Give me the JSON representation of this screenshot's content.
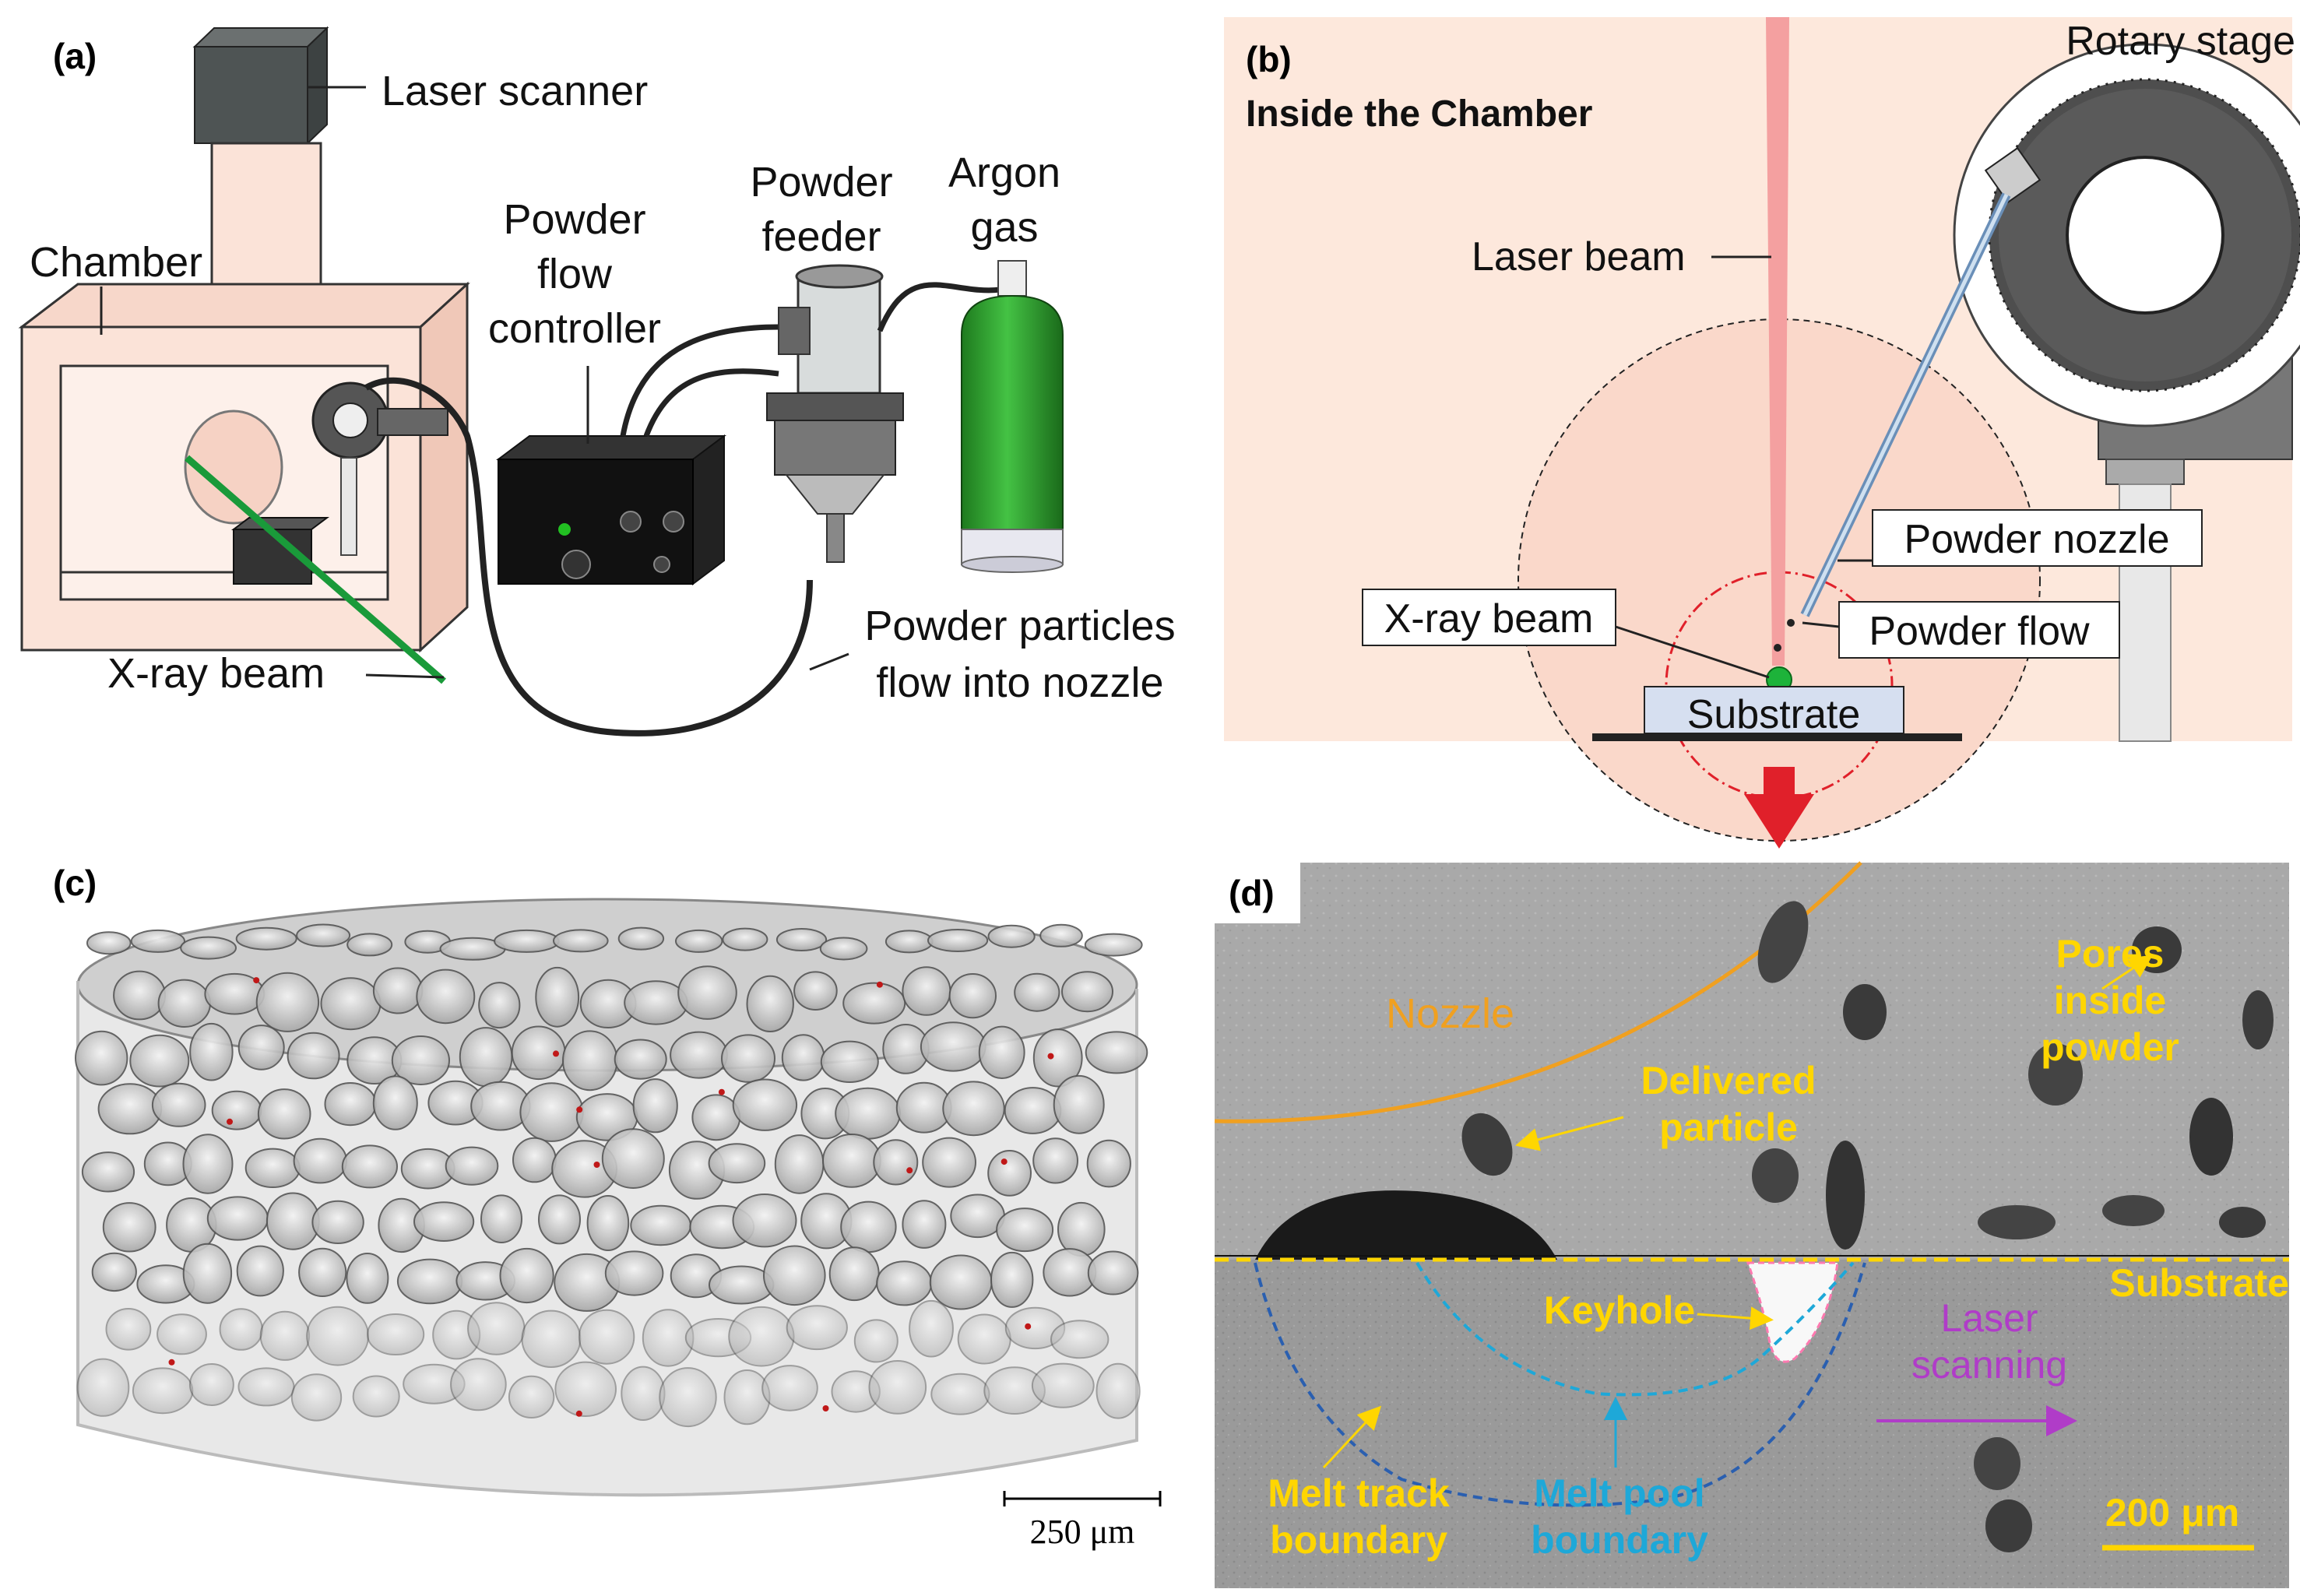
{
  "panel_a": {
    "letter": "(a)",
    "labels": {
      "laser_scanner": "Laser scanner",
      "chamber": "Chamber",
      "powder_flow_controller": [
        "Powder",
        "flow",
        "controller"
      ],
      "powder_feeder": [
        "Powder",
        "feeder"
      ],
      "argon_gas": [
        "Argon",
        "gas"
      ],
      "xray_beam": "X-ray beam",
      "powder_particles": [
        "Powder particles",
        "flow into nozzle"
      ]
    }
  },
  "panel_b": {
    "letter": "(b)",
    "title": "Inside the Chamber",
    "labels": {
      "rotary_stage": "Rotary stage",
      "laser_beam": "Laser beam",
      "powder_nozzle": "Powder nozzle",
      "xray_beam": "X-ray beam",
      "powder_flow": "Powder flow",
      "substrate": "Substrate"
    }
  },
  "panel_c": {
    "letter": "(c)",
    "scale_bar": "250 μm"
  },
  "panel_d": {
    "letter": "(d)",
    "labels": {
      "nozzle": "Nozzle",
      "pores": [
        "Pores",
        "inside",
        "powder"
      ],
      "delivered": [
        "Delivered",
        "particle"
      ],
      "substrate": "Substrate",
      "keyhole": "Keyhole",
      "laser_scanning": [
        "Laser",
        "scanning"
      ],
      "melt_track": [
        "Melt track",
        "boundary"
      ],
      "melt_pool": [
        "Melt pool",
        "boundary"
      ]
    },
    "scale_bar": "200 μm"
  },
  "colors": {
    "chamber_fill": "#fbe3d8",
    "argon_green": "#2ea82e",
    "xray_green": "#1a9a3a",
    "laser_beam": "#f4a0a0",
    "label_yellow": "#ffd600",
    "label_cyan": "#1ea8d8",
    "label_magenta": "#b03cc8",
    "nozzle_orange": "#f0a020",
    "arrow_red": "#e0202a"
  }
}
